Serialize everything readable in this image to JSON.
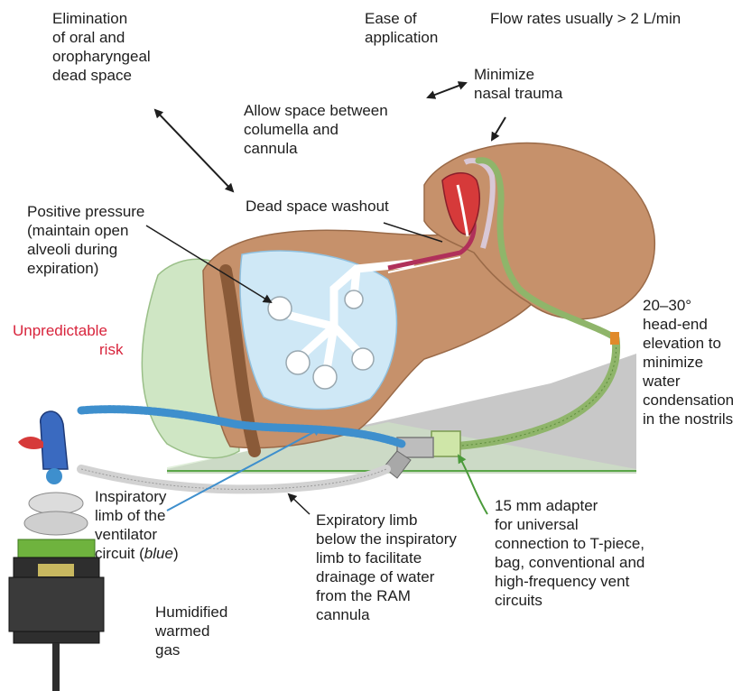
{
  "labels": {
    "dead_space_elim": [
      "Elimination",
      "of oral and",
      "oropharyngeal",
      "dead space"
    ],
    "ease": [
      "Ease of",
      "application"
    ],
    "flow": [
      "Flow rates usually > 2 L/min"
    ],
    "minimize_trauma": [
      "Minimize",
      "nasal trauma"
    ],
    "allow_space": [
      "Allow space between",
      "columella and",
      "cannula"
    ],
    "washout": [
      "Dead space washout"
    ],
    "positive_pressure": [
      "Positive pressure",
      "(maintain open",
      "alveoli during",
      "expiration)"
    ],
    "unpredictable": [
      "Unpredictable",
      "risk"
    ],
    "head_end": [
      "20–30°",
      "head-end",
      "elevation to",
      "minimize",
      "water",
      "condensation",
      "in the nostrils"
    ],
    "inspiratory": [
      "Inspiratory",
      "limb of the",
      "ventilator",
      "circuit (blue)"
    ],
    "expiratory": [
      "Expiratory limb",
      "below the inspiratory",
      "limb to facilitate",
      "drainage of water",
      "from the RAM",
      "cannula"
    ],
    "adapter": [
      "15 mm adapter",
      "for universal",
      "connection to T-piece,",
      "bag, conventional and",
      "high-frequency vent",
      "circuits"
    ],
    "humidified": [
      "Humidified",
      "warmed",
      "gas"
    ]
  },
  "colors": {
    "skin": "#c6916b",
    "skin_dark": "#9a6a48",
    "lung": "#cfe8f6",
    "green_bg": "#cfe6c4",
    "wedge": "#c8c8c8",
    "tube_green": "#8fb56a",
    "inspiratory_blue": "#3e8fcd",
    "expiratory_gray": "#d2d2d2",
    "warning_red": "#d8243c",
    "text": "#1e1e1e"
  }
}
